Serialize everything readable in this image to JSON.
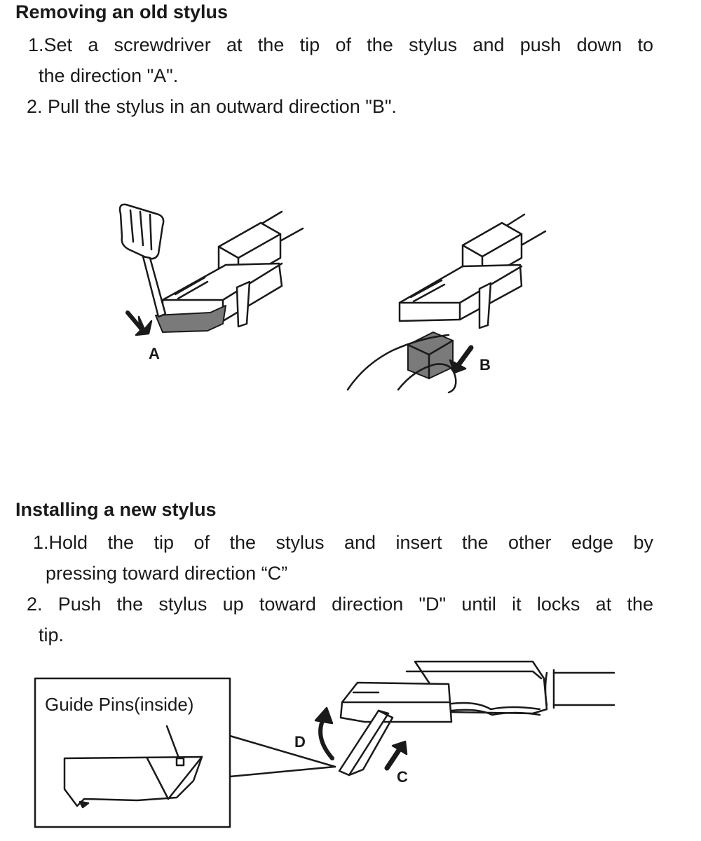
{
  "removing": {
    "heading": "Removing an old stylus",
    "step1_line1": "1.Set a screwdriver at the tip of the stylus and push down to",
    "step1_line2": "the direction \"A\".",
    "step2": "2. Pull the stylus in an outward direction \"B\"."
  },
  "installing": {
    "heading": "Installing a new stylus",
    "step1_line1": "1.Hold the tip of the stylus and insert the other edge by",
    "step1_line2": "pressing toward direction “C”",
    "step2_line1": "2. Push the stylus up toward direction \"D\" until it locks at the",
    "step2_line2": "tip."
  },
  "figure_labels": {
    "a": "A",
    "b": "B",
    "c": "C",
    "d": "D",
    "guide_pins": "Guide Pins(inside)"
  },
  "colors": {
    "ink": "#1a1a1a",
    "stylus_gray": "#7a7a7a"
  }
}
